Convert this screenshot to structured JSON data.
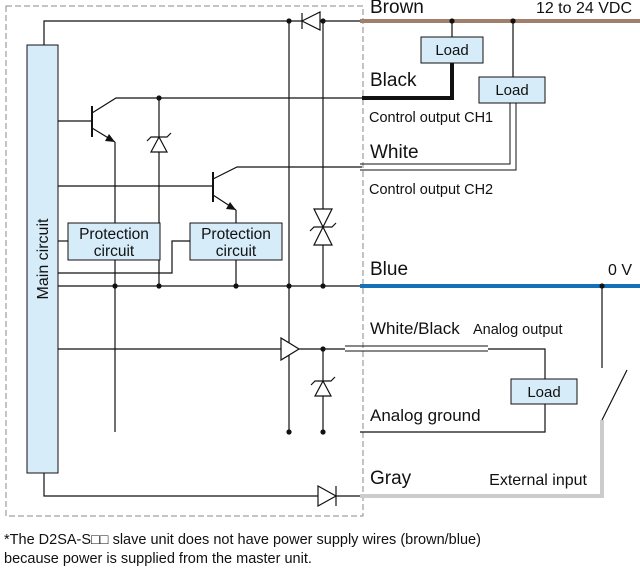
{
  "wires": {
    "brown": {
      "label": "Brown",
      "color": "#a0806a"
    },
    "black": {
      "label": "Black"
    },
    "white": {
      "label": "White"
    },
    "blue": {
      "label": "Blue",
      "color": "#1570b8"
    },
    "white_black": {
      "label": "White/Black"
    },
    "analog_ground": {
      "label": "Analog ground"
    },
    "gray": {
      "label": "Gray",
      "color": "#cccccc"
    }
  },
  "supply": {
    "positive": "12 to 24 VDC",
    "zero": "0 V"
  },
  "outputs": {
    "ch1": "Control output CH1",
    "ch2": "Control output CH2",
    "analog": "Analog output",
    "external": "External input"
  },
  "blocks": {
    "main_circuit": "Main circuit",
    "protection_line1": "Protection",
    "protection_line2": "circuit",
    "load": "Load"
  },
  "colors": {
    "component_fill": "#d6ecf8",
    "frame": "#888888"
  },
  "footnote": {
    "line1": "*The D2SA-S□□ slave unit does not have power supply wires (brown/blue)",
    "line2": " because power is supplied from the master unit."
  }
}
